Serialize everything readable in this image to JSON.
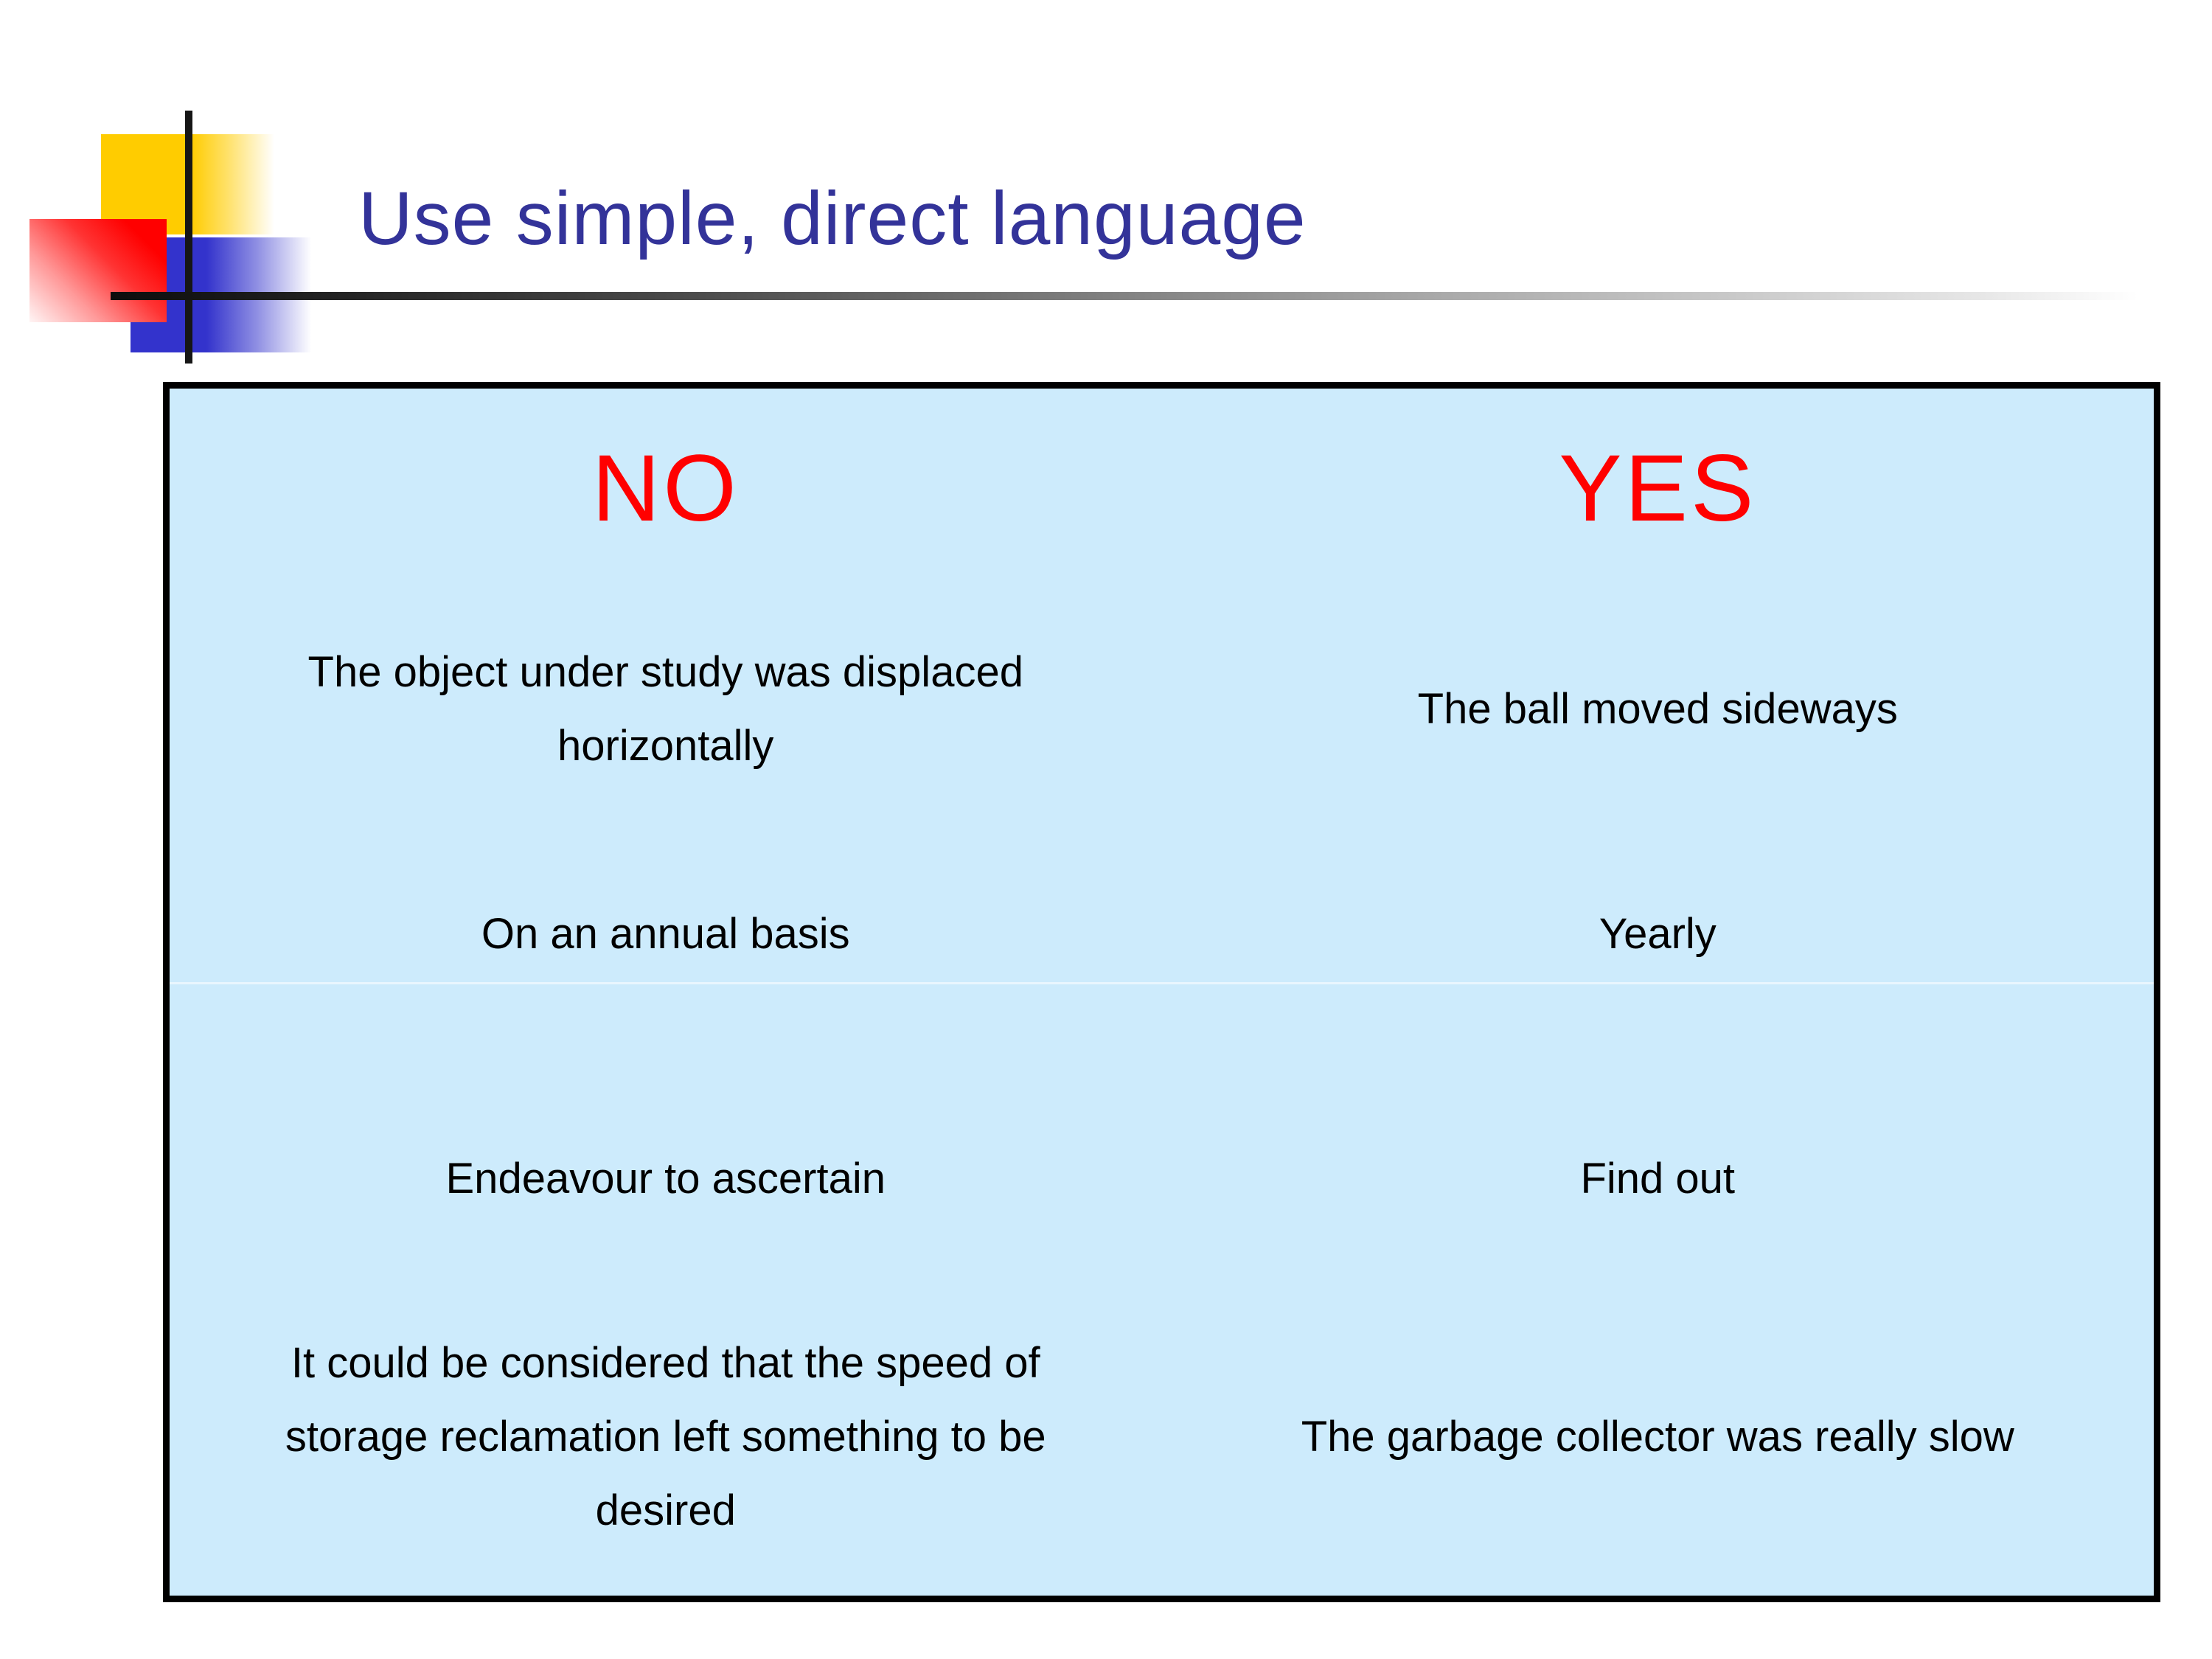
{
  "slide": {
    "title": "Use simple, direct language",
    "colors": {
      "title_text": "#333399",
      "header_accent": "#FF0000",
      "body_text": "#000000",
      "box_background": "#CDEBFC",
      "box_border": "#000000",
      "box_divider": "#E9F6FE",
      "deco_yellow": "#FFCC00",
      "deco_red": "#FF0000",
      "deco_blue": "#3333CC",
      "rule_dark": "#0D0D0D"
    }
  },
  "comparison": {
    "no_header": "NO",
    "yes_header": "YES",
    "rows": [
      {
        "no": [
          "The object under study was displaced",
          "horizontally"
        ],
        "yes": "The ball moved sideways"
      },
      {
        "no": "On an annual basis",
        "yes": "Yearly"
      },
      {
        "no": "Endeavour to ascertain",
        "yes": "Find out"
      },
      {
        "no": [
          "It could be considered that the speed of",
          "storage reclamation left something to be",
          "desired"
        ],
        "yes": "The garbage collector was really slow"
      }
    ]
  }
}
